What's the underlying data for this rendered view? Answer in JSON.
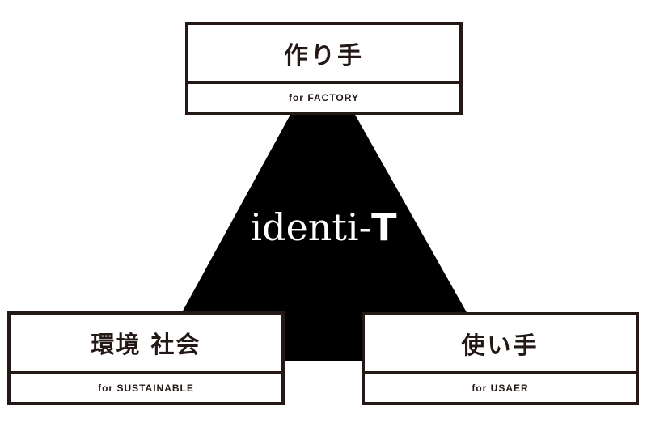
{
  "colors": {
    "ink": "#231815",
    "background": "#ffffff",
    "label": "#ffffff"
  },
  "center": {
    "prefix": "identi-",
    "suffix": "T"
  },
  "nodes": {
    "top": {
      "title": "作り手",
      "subtitle": "for FACTORY"
    },
    "left": {
      "title": "環境 社会",
      "subtitle": "for SUSTAINABLE"
    },
    "right": {
      "title": "使い手",
      "subtitle": "for USAER"
    }
  }
}
